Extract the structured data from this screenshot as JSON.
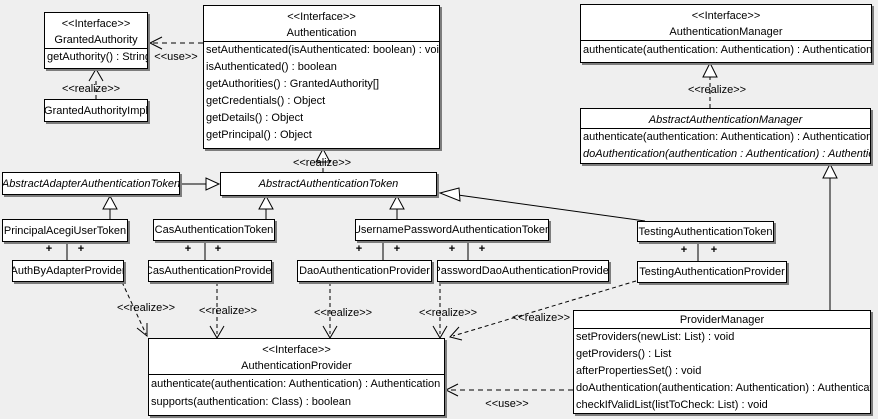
{
  "diagram": {
    "background": "#efefef",
    "box_background": "#ffffff",
    "line_color": "#000000",
    "shadow_color": "#7d7d7d"
  },
  "labels": {
    "realize": "<<realize>>",
    "use": "<<use>>",
    "plus": "+"
  },
  "classes": {
    "granted_authority": {
      "stereotype": "<<Interface>>",
      "name": "GrantedAuthority",
      "methods": [
        "getAuthority() : String"
      ]
    },
    "granted_authority_impl": {
      "name": "GrantedAuthorityImpl"
    },
    "authentication": {
      "stereotype": "<<Interface>>",
      "name": "Authentication",
      "methods": [
        "setAuthenticated(isAuthenticated: boolean) : void",
        "isAuthenticated() : boolean",
        "getAuthorities() : GrantedAuthority[]",
        "getCredentials() : Object",
        "getDetails() : Object",
        "getPrincipal() : Object"
      ]
    },
    "authentication_manager": {
      "stereotype": "<<Interface>>",
      "name": "AuthenticationManager",
      "methods": [
        "authenticate(authentication: Authentication) : Authentication"
      ]
    },
    "abstract_authentication_manager": {
      "name": "AbstractAuthenticationManager",
      "methods": [
        "authenticate(authentication: Authentication) : Authentication",
        "doAuthentication(authentication : Authentication) : Authentication"
      ]
    },
    "abstract_adapter_authentication_token": {
      "name": "AbstractAdapterAuthenticationToken"
    },
    "abstract_authentication_token": {
      "name": "AbstractAuthenticationToken"
    },
    "principal_acegi_user_token": {
      "name": "PrincipalAcegiUserToken"
    },
    "cas_authentication_token": {
      "name": "CasAuthenticationToken"
    },
    "username_password_authentication_token": {
      "name": "UsernamePasswordAuthenticationToken"
    },
    "testing_authentication_token": {
      "name": "TestingAuthenticationToken"
    },
    "auth_by_adapter_provider": {
      "name": "AuthByAdapterProvider"
    },
    "cas_authentication_provider": {
      "name": "CasAuthenticationProvider"
    },
    "dao_authentication_provider": {
      "name": "DaoAuthenticationProvider"
    },
    "password_dao_authentication_provider": {
      "name": "PasswordDaoAuthenticationProvider"
    },
    "testing_authentication_provider": {
      "name": "TestingAuthenticationProvider"
    },
    "authentication_provider": {
      "stereotype": "<<Interface>>",
      "name": "AuthenticationProvider",
      "methods": [
        "authenticate(authentication: Authentication) : Authentication",
        "supports(authentication: Class) : boolean"
      ]
    },
    "provider_manager": {
      "name": "ProviderManager",
      "methods": [
        "setProviders(newList: List) : void",
        "getProviders() : List",
        "afterPropertiesSet() : void",
        "doAuthentication(authentication: Authentication) : Authentication",
        "checkIfValidList(listToCheck: List) : void"
      ]
    }
  }
}
